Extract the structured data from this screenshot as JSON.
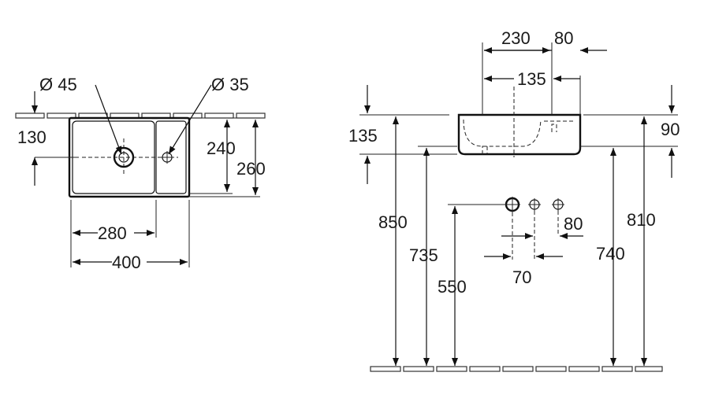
{
  "plan_view": {
    "dims": {
      "dia45": "Ø 45",
      "dia35": "Ø 35",
      "d130": "130",
      "d240": "240",
      "d260": "260",
      "d280": "280",
      "d400": "400"
    }
  },
  "front_view": {
    "dims": {
      "d230": "230",
      "d80_top": "80",
      "d135_top": "135",
      "d135_left": "135",
      "d90": "90",
      "d850": "850",
      "d735": "735",
      "d550": "550",
      "d740": "740",
      "d810": "810",
      "d80_mid": "80",
      "d70": "70"
    }
  }
}
